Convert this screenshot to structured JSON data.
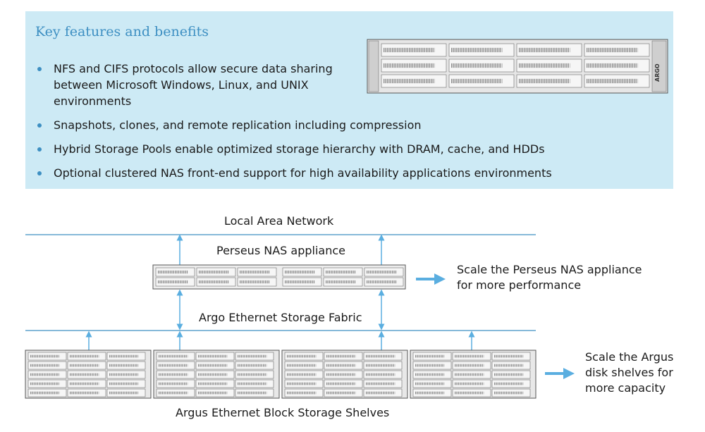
{
  "features": {
    "title": "Key features and benefits",
    "items": [
      "NFS and CIFS protocols allow secure data sharing between Microsoft Windows, Linux, and UNIX environments",
      "Snapshots, clones, and remote replication including  compression",
      "Hybrid Storage Pools enable optimized storage hierarchy with DRAM, cache, and HDDs",
      "Optional clustered NAS front-end support for high availability applications environments"
    ],
    "server_brand": "ARGO"
  },
  "diagram": {
    "lan_label": "Local Area Network",
    "nas_label": "Perseus NAS appliance",
    "fabric_label": "Argo Ethernet Storage Fabric",
    "shelves_label": "Argus Ethernet Block Storage Shelves",
    "scale_nas": [
      "Scale the Perseus NAS appliance",
      "for more performance"
    ],
    "scale_shelves": [
      "Scale the Argus",
      "disk shelves for",
      "more capacity"
    ],
    "colors": {
      "panel": "#cdeaf5",
      "accent": "#3d8fc2",
      "arrow": "#5aaee0"
    }
  }
}
